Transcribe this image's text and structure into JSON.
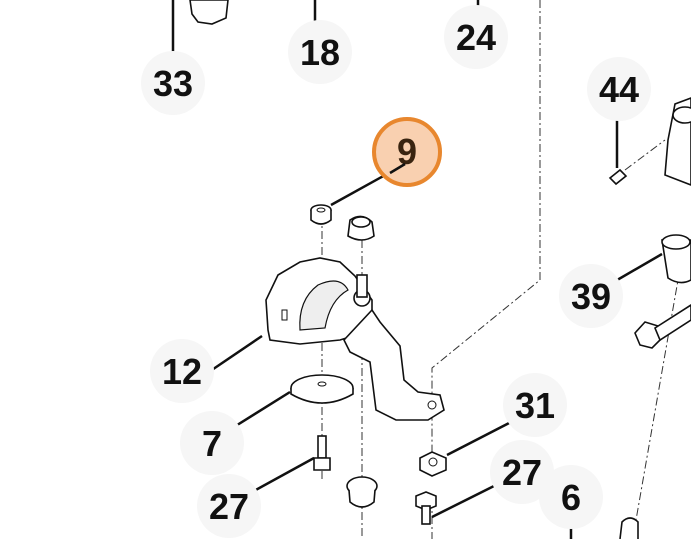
{
  "diagram": {
    "highlight_color": "#e8872e",
    "highlight_fill": "#f9d0b0",
    "callouts": [
      {
        "id": "c33",
        "label": "33"
      },
      {
        "id": "c18",
        "label": "18"
      },
      {
        "id": "c24",
        "label": "24"
      },
      {
        "id": "c44",
        "label": "44"
      },
      {
        "id": "c9",
        "label": "9",
        "highlighted": true
      },
      {
        "id": "c39",
        "label": "39"
      },
      {
        "id": "c12",
        "label": "12"
      },
      {
        "id": "c7",
        "label": "7"
      },
      {
        "id": "c31",
        "label": "31"
      },
      {
        "id": "c27a",
        "label": "27"
      },
      {
        "id": "c27b",
        "label": "27"
      },
      {
        "id": "c6",
        "label": "6"
      }
    ]
  }
}
